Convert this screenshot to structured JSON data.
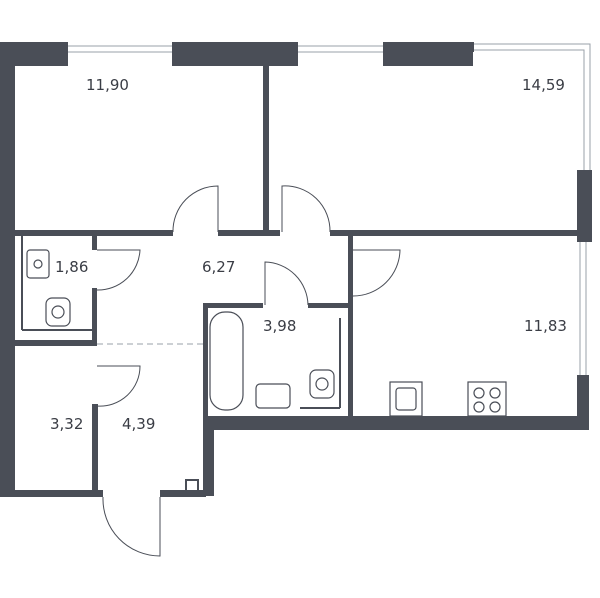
{
  "rooms": [
    {
      "id": "bedroom-1",
      "area": "11,90"
    },
    {
      "id": "bedroom-2",
      "area": "14,59"
    },
    {
      "id": "bathroom-small",
      "area": "1,86"
    },
    {
      "id": "hallway",
      "area": "6,27"
    },
    {
      "id": "bathroom",
      "area": "3,98"
    },
    {
      "id": "kitchen",
      "area": "11,83"
    },
    {
      "id": "storage",
      "area": "3,32"
    },
    {
      "id": "entrance",
      "area": "4,39"
    }
  ],
  "colors": {
    "wall": "#4a4e57",
    "window": "#9aa0a8",
    "background": "#ffffff"
  }
}
